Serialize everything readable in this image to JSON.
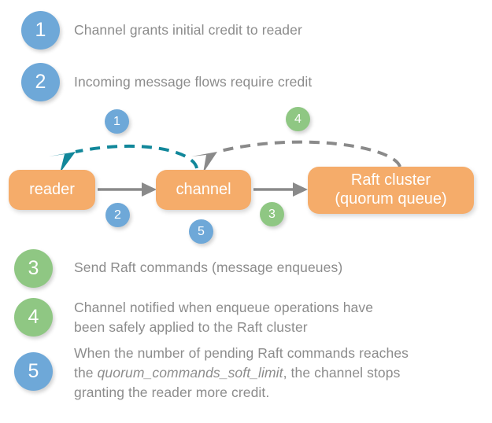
{
  "palette": {
    "blue": "#6ea8d8",
    "green": "#8fc783",
    "orange": "#f5ac6a",
    "text_gray": "#8c8c8c",
    "arrow_gray": "#8a8a8a",
    "arrow_teal": "#11879a",
    "node_text": "#ffffff",
    "background": "#ffffff"
  },
  "legend_top": [
    {
      "number": "1",
      "color": "blue",
      "text": "Channel grants initial credit to reader"
    },
    {
      "number": "2",
      "color": "blue",
      "text": "Incoming message flows require credit"
    }
  ],
  "diagram": {
    "nodes": [
      {
        "id": "reader",
        "label": "reader"
      },
      {
        "id": "channel",
        "label": "channel"
      },
      {
        "id": "raft-cluster",
        "label_line1": "Raft cluster",
        "label_line2": "(quorum queue)"
      }
    ],
    "markers": [
      {
        "number": "1",
        "color": "blue",
        "for": "channel-grants-credit-to-reader"
      },
      {
        "number": "2",
        "color": "blue",
        "for": "reader-to-channel"
      },
      {
        "number": "3",
        "color": "green",
        "for": "channel-to-raft-cluster"
      },
      {
        "number": "4",
        "color": "green",
        "for": "raft-cluster-notifies-channel"
      },
      {
        "number": "5",
        "color": "blue",
        "for": "channel-soft-limit"
      }
    ],
    "edges": [
      {
        "id": "credit-grant",
        "from": "channel",
        "to": "reader",
        "style": "dashed",
        "color": "#11879a",
        "marker": "1"
      },
      {
        "id": "message-flow",
        "from": "reader",
        "to": "channel",
        "style": "solid",
        "color": "#8a8a8a",
        "marker": "2"
      },
      {
        "id": "raft-commands",
        "from": "channel",
        "to": "raft-cluster",
        "style": "solid",
        "color": "#8a8a8a",
        "marker": "3"
      },
      {
        "id": "apply-notification",
        "from": "raft-cluster",
        "to": "channel",
        "style": "dashed",
        "color": "#8a8a8a",
        "marker": "4"
      }
    ]
  },
  "legend_bottom": [
    {
      "number": "3",
      "color": "green",
      "lines": [
        "Send Raft commands (message enqueues)"
      ]
    },
    {
      "number": "4",
      "color": "green",
      "lines": [
        "Channel notified when enqueue operations have",
        "been safely applied to the Raft cluster"
      ]
    },
    {
      "number": "5",
      "color": "blue",
      "line1_pre": "When the number of pending Raft commands reaches",
      "line2_pre": "the ",
      "line2_em": "quorum_commands_soft_limit",
      "line2_post": ", the channel stops",
      "line3": "granting the reader more credit."
    }
  ]
}
